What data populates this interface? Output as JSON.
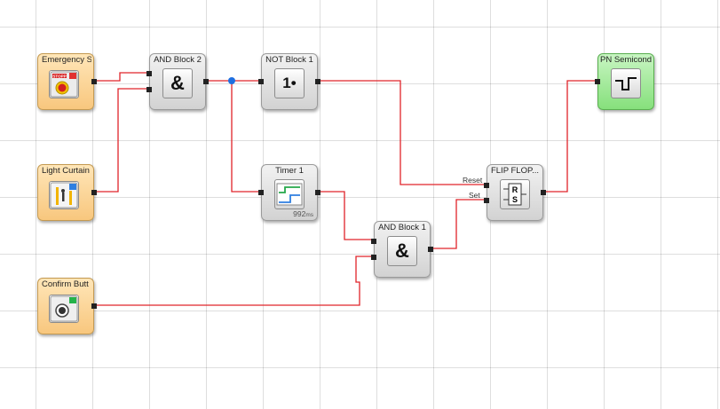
{
  "blocks": {
    "emergency_stop": {
      "label": "Emergency S",
      "badge": "STOPP"
    },
    "light_curtain": {
      "label": "Light Curtain"
    },
    "confirm_button": {
      "label": "Confirm Butt"
    },
    "and_block_2": {
      "label": "AND Block 2",
      "symbol": "&"
    },
    "and_block_1": {
      "label": "AND Block 1",
      "symbol": "&"
    },
    "not_block_1": {
      "label": "NOT Block 1",
      "symbol": "1•"
    },
    "timer_1": {
      "label": "Timer 1",
      "value": "992",
      "unit": "ms"
    },
    "flip_flop": {
      "label": "FLIP FLOP...",
      "reset_label": "Reset",
      "set_label": "Set",
      "symbol_r": "R",
      "symbol_s": "S"
    },
    "pn_semiconductor": {
      "label": "PN Semicond"
    }
  },
  "colors": {
    "wire": "#e0242a",
    "junction": "#1f6fe0",
    "input_block": "#f8c77e",
    "output_block": "#86e07c",
    "logic_block": "#d8d8d8"
  }
}
